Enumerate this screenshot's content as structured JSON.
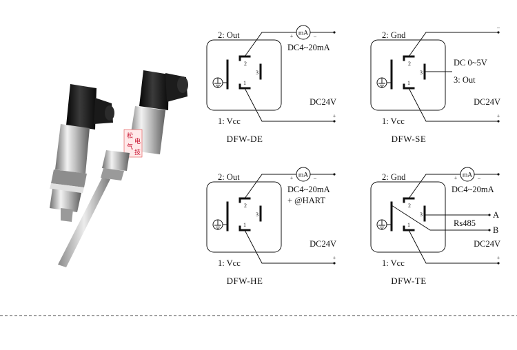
{
  "product_photo": {
    "stamp_text": [
      "松",
      "电",
      "气",
      "技"
    ]
  },
  "diagrams": [
    {
      "id": "de",
      "caption": "DFW-DE",
      "pin2_label": "2: Out",
      "pin1_label": "1: Vcc",
      "meter": "mA",
      "meter_plus": "+",
      "meter_minus": "–",
      "signal_text": [
        "DC4~20mA"
      ],
      "supply_text": "DC24V",
      "supply_plus": "+",
      "pin_numbers": [
        "2",
        "3",
        "1"
      ]
    },
    {
      "id": "se",
      "caption": "DFW-SE",
      "pin2_label": "2: Gnd",
      "pin1_label": "1: Vcc",
      "minus": "–",
      "signal_text": [
        "DC 0~5V",
        "3: Out"
      ],
      "supply_text": "DC24V",
      "supply_plus": "+",
      "pin_numbers": [
        "2",
        "3",
        "1"
      ]
    },
    {
      "id": "he",
      "caption": "DFW-HE",
      "pin2_label": "2: Out",
      "pin1_label": "1: Vcc",
      "meter": "mA",
      "meter_plus": "+",
      "meter_minus": "–",
      "signal_text": [
        "DC4~20mA",
        "+ @HART"
      ],
      "supply_text": "DC24V",
      "supply_plus": "+",
      "pin_numbers": [
        "2",
        "3",
        "1"
      ]
    },
    {
      "id": "te",
      "caption": "DFW-TE",
      "pin2_label": "2: Gnd",
      "pin1_label": "1: Vcc",
      "meter": "mA",
      "meter_plus": "+",
      "meter_minus": "–",
      "signal_text": [
        "DC4~20mA"
      ],
      "bus_text": "Rs485",
      "bus_a": "A",
      "bus_b": "B",
      "supply_text": "DC24V",
      "supply_plus": "+",
      "pin_numbers": [
        "2",
        "3",
        "1"
      ]
    }
  ]
}
